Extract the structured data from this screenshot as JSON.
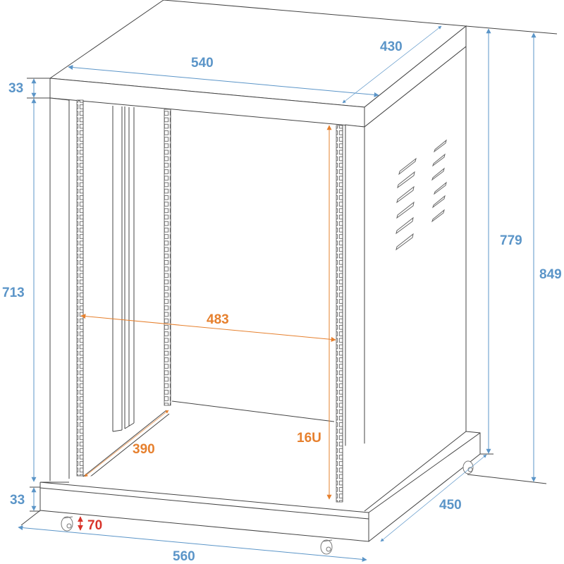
{
  "diagram": {
    "subject": "16U rack cabinet on castors",
    "colors": {
      "outline": "#444444",
      "outer_dimension": "#5b95c8",
      "inner_dimension": "#e6802e",
      "castor_dimension": "#d8332a"
    },
    "dimensions": {
      "top_width": "540",
      "top_depth": "430",
      "top_frame_height": "33",
      "inner_height": "713",
      "base_height": "33",
      "castor_height": "70",
      "base_width": "560",
      "base_depth": "450",
      "body_height": "779",
      "total_height": "849",
      "rail_width": "483",
      "rail_depth": "390",
      "rack_units": "16U"
    }
  }
}
